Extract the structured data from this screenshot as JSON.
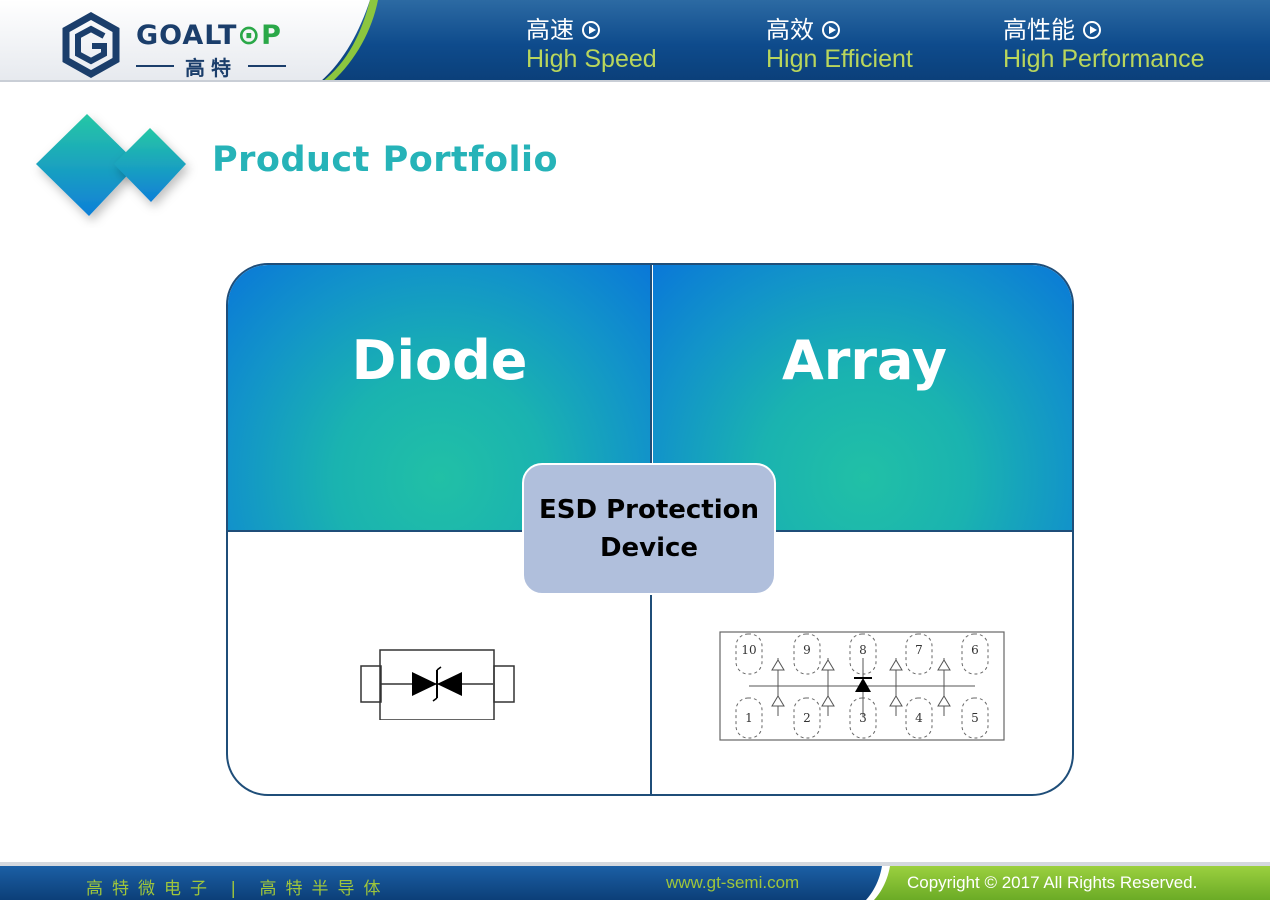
{
  "header": {
    "logo_text": "GOALT",
    "logo_text_accent": "⊙P",
    "logo_cn": "高特",
    "slogans": [
      {
        "cn": "高速",
        "en": "High Speed",
        "icon": "play-circle-icon"
      },
      {
        "cn": "高效",
        "en": "Hign Efficient",
        "icon": "play-circle-icon"
      },
      {
        "cn": "高性能",
        "en": "High Performance",
        "icon": "play-circle-icon"
      }
    ]
  },
  "section": {
    "title": "Product Portfolio"
  },
  "matrix": {
    "left_label": "Diode",
    "right_label": "Array",
    "center_label": "ESD Protection Device",
    "array_pins": [
      "10",
      "9",
      "8",
      "7",
      "6",
      "1",
      "2",
      "3",
      "4",
      "5"
    ]
  },
  "footer": {
    "left_text": "高特微电子 | 高特半导体",
    "url": "www.gt-semi.com",
    "copyright": "Copyright © 2017 All Rights Reserved."
  },
  "colors": {
    "header_blue": "#0e4b8c",
    "accent_green": "#9fc63b",
    "title_teal": "#26b3b8",
    "center_box": "#b0bfdc",
    "border_navy": "#1f4e79"
  }
}
